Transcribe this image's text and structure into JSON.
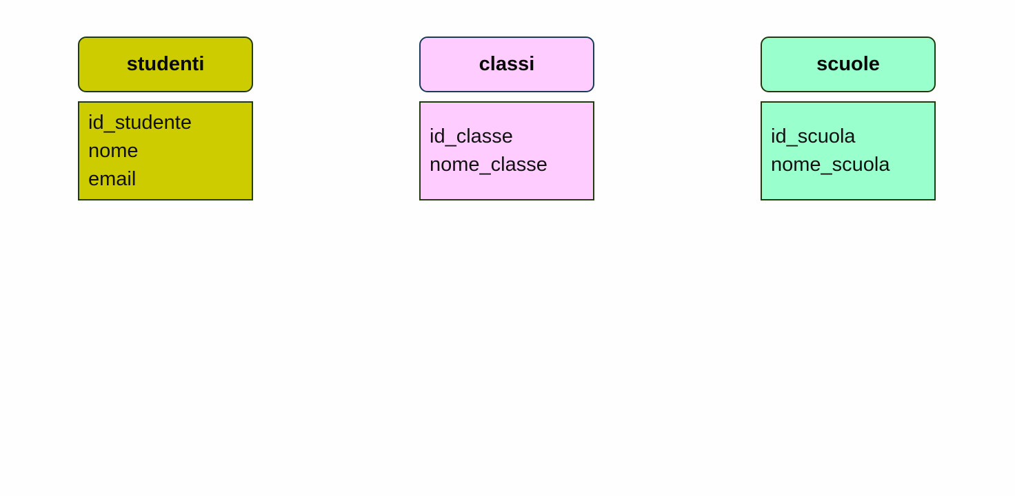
{
  "diagram": {
    "type": "entity-relationship",
    "entities": [
      {
        "name": "studenti",
        "fill_color": "#cccc00",
        "header_border_color": "#203a10",
        "attributes": [
          "id_studente",
          "nome",
          "email"
        ]
      },
      {
        "name": "classi",
        "fill_color": "#ffccff",
        "header_border_color": "#1a3a5a",
        "attributes": [
          "id_classe",
          "nome_classe"
        ]
      },
      {
        "name": "scuole",
        "fill_color": "#99ffcc",
        "header_border_color": "#203a10",
        "attributes": [
          "id_scuola",
          "nome_scuola"
        ]
      }
    ]
  }
}
